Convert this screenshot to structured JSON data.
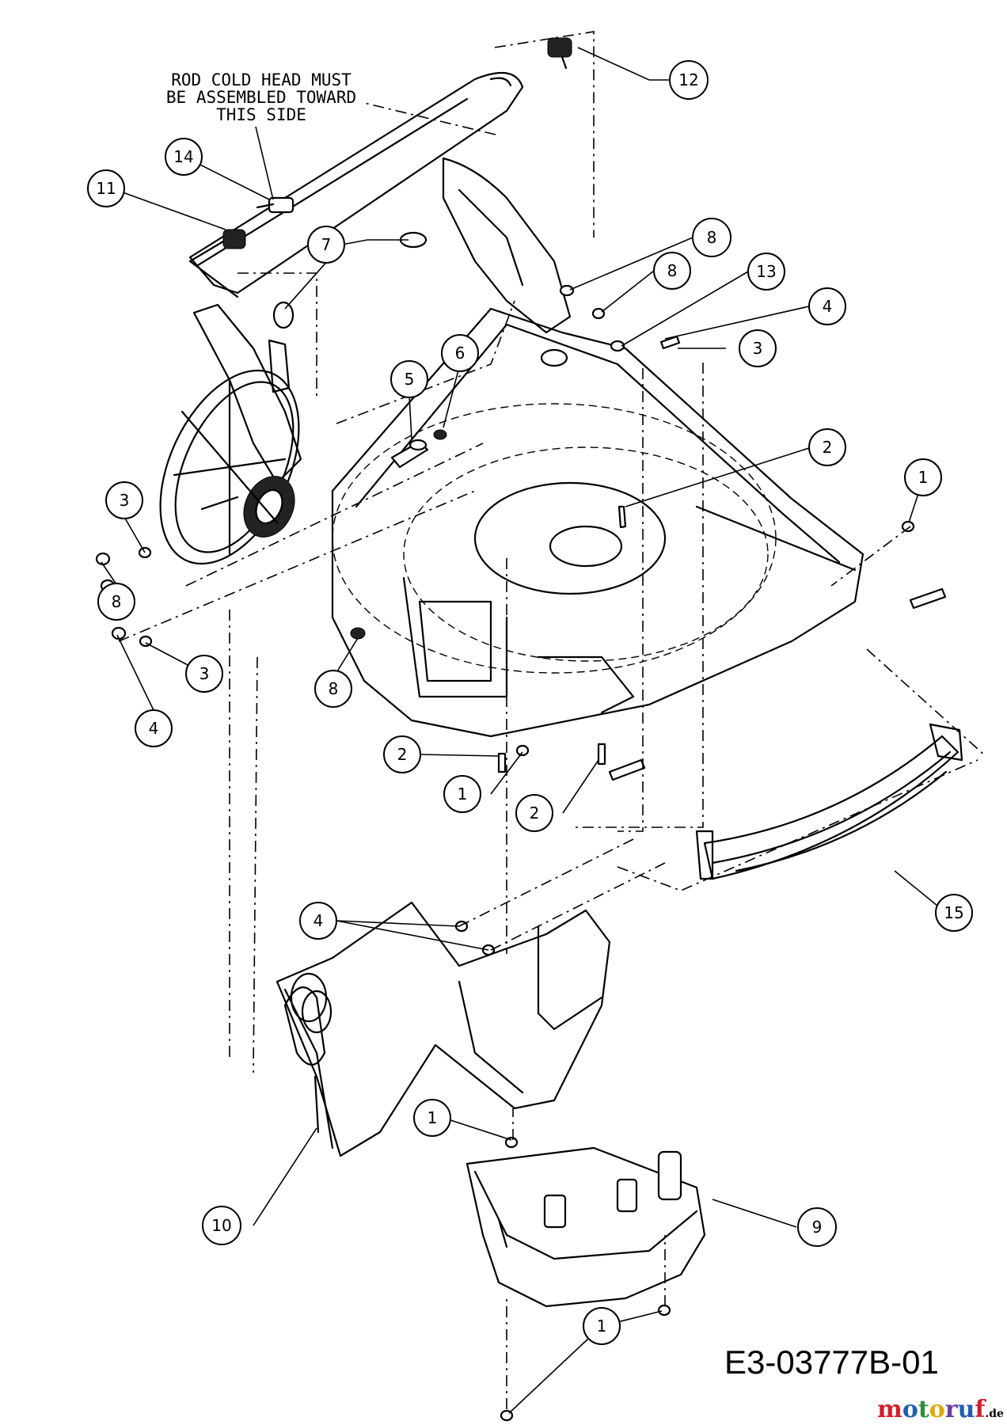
{
  "note": {
    "line1": "ROD COLD HEAD MUST",
    "line2": "BE ASSEMBLED TOWARD",
    "line3": "THIS SIDE"
  },
  "diagram_code": "E3-03777B-01",
  "watermark": {
    "main": "motoruf",
    "suffix": ".de",
    "colors": [
      "#d11f2a",
      "#1f5fae",
      "#2d8f3a",
      "#e0a800",
      "#6a3fa0",
      "#1f5fae",
      "#d11f2a"
    ]
  },
  "callouts": {
    "c12": "12",
    "c14": "14",
    "c11": "11",
    "c7": "7",
    "c8a": "8",
    "c8b": "8",
    "c13": "13",
    "c4a": "4",
    "c3a": "3",
    "c6": "6",
    "c5": "5",
    "c2a": "2",
    "c1a": "1",
    "c3b": "3",
    "c8c": "8",
    "c3c": "3",
    "c4b": "4",
    "c8d": "8",
    "c2b": "2",
    "c1b": "1",
    "c2c": "2",
    "c15": "15",
    "c4c": "4",
    "c1c": "1",
    "c10": "10",
    "c9": "9",
    "c1d": "1"
  }
}
